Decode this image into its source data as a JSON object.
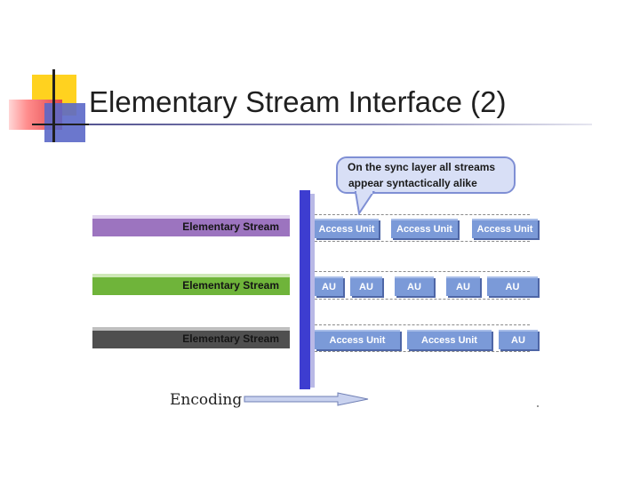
{
  "slide": {
    "title": "Elementary Stream Interface (2)"
  },
  "callout": {
    "line1": "On the sync layer all streams",
    "line2": "appear syntactically alike"
  },
  "streams": [
    {
      "label": "Elementary Stream",
      "color": "#9c74bf",
      "units": [
        "Access Unit",
        "Access Unit",
        "Access Unit"
      ]
    },
    {
      "label": "Elementary Stream",
      "color": "#6fb43a",
      "units": [
        "AU",
        "AU",
        "AU",
        "AU",
        "AU"
      ]
    },
    {
      "label": "Elementary Stream",
      "color": "#4f4f4f",
      "units": [
        "Access Unit",
        "Access Unit",
        "AU"
      ]
    }
  ],
  "encoding": {
    "label": "Encoding"
  },
  "colors": {
    "sync_layer": "#3d3dd0",
    "access_unit": "#7b9ad8",
    "callout_fill": "#d8dff6"
  }
}
